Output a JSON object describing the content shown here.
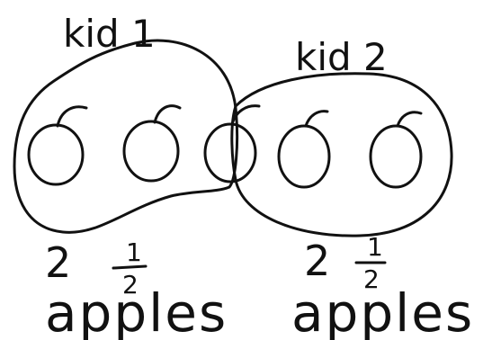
{
  "groups": [
    {
      "name": "kid 1",
      "whole": "2",
      "frac_num": "1",
      "frac_den": "2",
      "unit": "apples",
      "apple_count": 2.5
    },
    {
      "name": "kid 2",
      "whole": "2",
      "frac_num": "1",
      "frac_den": "2",
      "unit": "apples",
      "apple_count": 2.5
    }
  ],
  "total_apples_drawn": 5,
  "ink_color": "#111111",
  "background": "#ffffff"
}
